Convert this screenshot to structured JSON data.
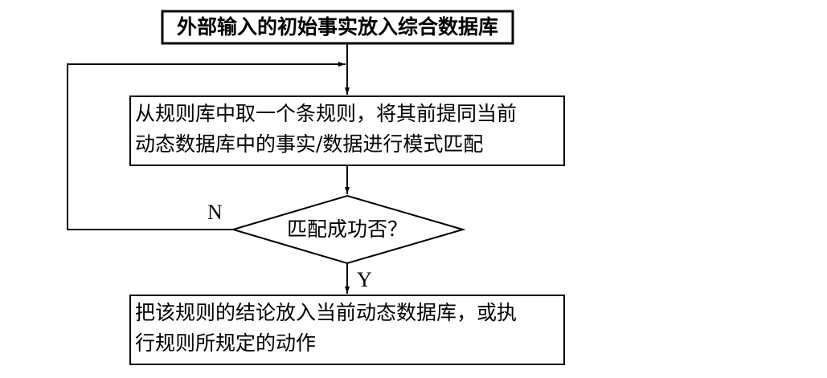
{
  "nodes": {
    "input": {
      "label": "外部输入的初始事实放入综合数据库"
    },
    "match": {
      "label_line1": "从规则库中取一个条规则，将其前提同当前",
      "label_line2": "动态数据库中的事实/数据进行模式匹配"
    },
    "decision": {
      "label": "匹配成功否？"
    },
    "action": {
      "label_line1": "把该规则的结论放入当前动态数据库，或执",
      "label_line2": "行规则所规定的动作"
    }
  },
  "edges": {
    "no_label": "N",
    "yes_label": "Y"
  },
  "colors": {
    "stroke": "#000000",
    "background": "#ffffff"
  }
}
